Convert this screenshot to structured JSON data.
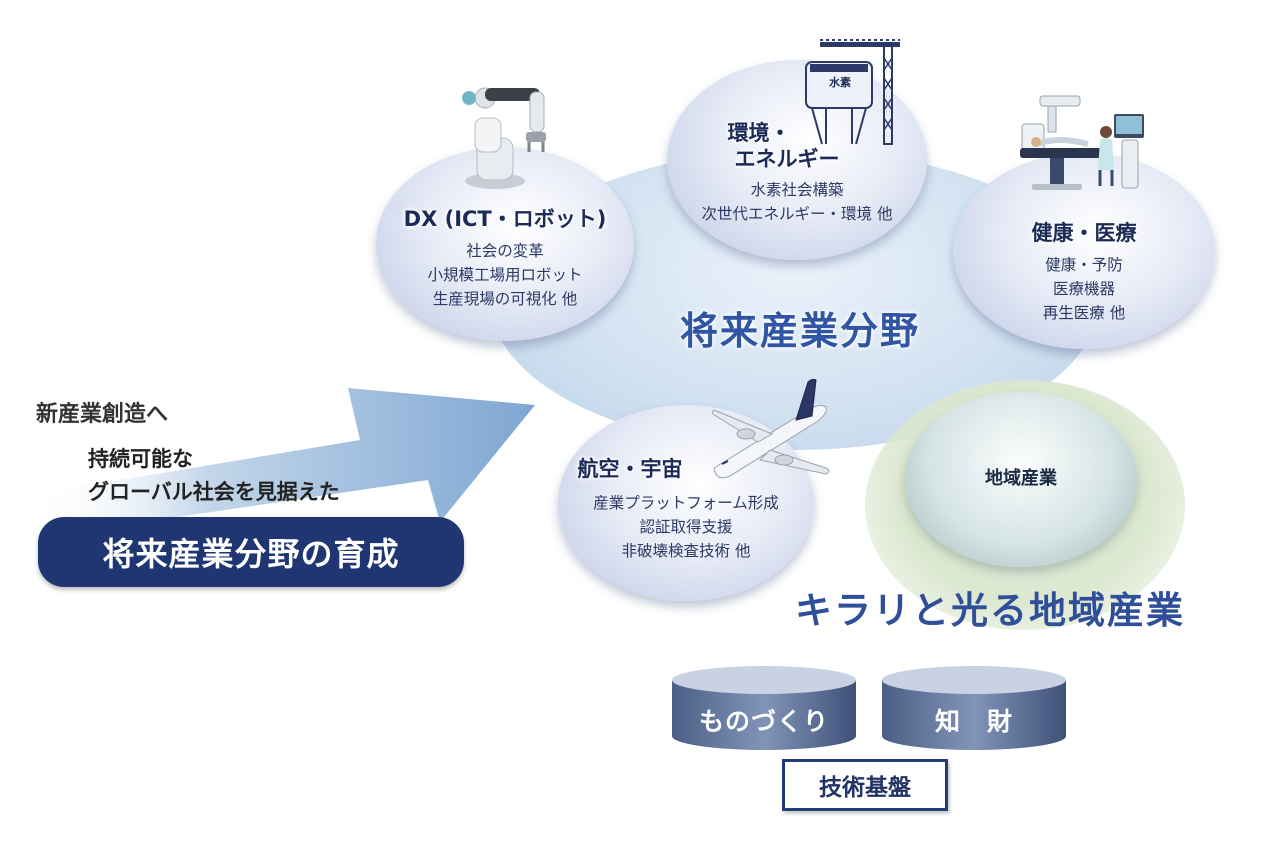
{
  "future_field": {
    "title": "将来産業分野"
  },
  "left": {
    "line1": "新産業創造へ",
    "line2": "持続可能な",
    "line3": "グローバル社会を見据えた",
    "badge": "将来産業分野の育成"
  },
  "bubbles": {
    "dx": {
      "title": "DX (ICT・ロボット)",
      "lines": [
        "社会の変革",
        "小規模工場用ロボット",
        "生産現場の可視化 他"
      ]
    },
    "energy": {
      "title_line1": "環境・",
      "title_line2": "エネルギー",
      "lines": [
        "水素社会構築",
        "次世代エネルギー・環境 他"
      ],
      "tank_label": "水素"
    },
    "health": {
      "title": "健康・医療",
      "lines": [
        "健康・予防",
        "医療機器",
        "再生医療 他"
      ]
    },
    "aero": {
      "title": "航空・宇宙",
      "lines": [
        "産業プラットフォーム形成",
        "認証取得支援",
        "非破壊検査技術 他"
      ]
    },
    "regional": {
      "title": "地域産業"
    }
  },
  "shining": {
    "title": "キラリと光る地域産業"
  },
  "foundation": {
    "pillars": [
      "ものづくり",
      "知　財"
    ],
    "base": "技術基盤"
  },
  "colors": {
    "navy": "#1f3672",
    "title_blue": "#2f55a3",
    "arrow": "#8fb3d9",
    "cylinder": "#5d7196"
  }
}
